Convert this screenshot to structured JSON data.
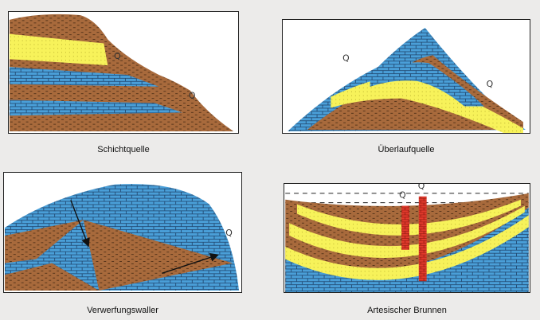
{
  "colors": {
    "brown": "#a86a3c",
    "blue": "#4a9fd8",
    "yellow": "#f7f25a",
    "red": "#e23a2c",
    "background": "#ecebea"
  },
  "panels": [
    {
      "id": "schichtquelle",
      "caption": "Schichtquelle",
      "spring_labels": [
        "Q",
        "Q"
      ]
    },
    {
      "id": "ueberlaufquelle",
      "caption": "Überlaufquelle",
      "spring_labels": [
        "Q",
        "Q"
      ]
    },
    {
      "id": "verwerfungsquelle",
      "caption": "Verwerfungswaller",
      "spring_labels": [
        "Q"
      ]
    },
    {
      "id": "artesischer-brunnen",
      "caption": "Artesischer Brunnen",
      "spring_labels": [
        "Q",
        "Q"
      ]
    }
  ]
}
